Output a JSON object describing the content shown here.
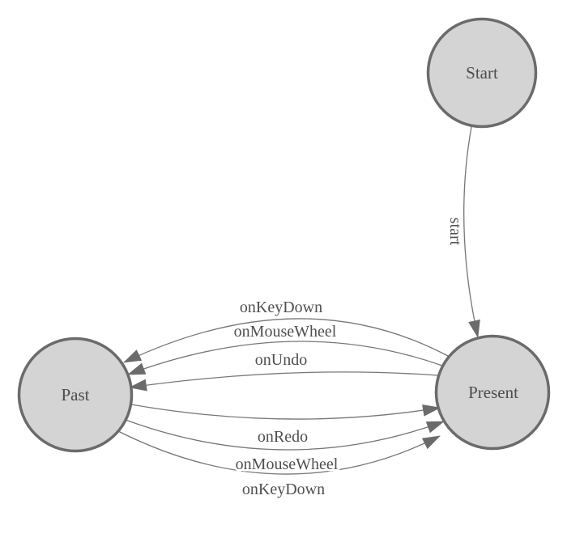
{
  "diagram": {
    "title": "undo-redo state machine",
    "colors": {
      "background": "#ffffff",
      "node_fill": "#d4d4d4",
      "node_stroke": "#6b6b6b",
      "edge_stroke": "#767676",
      "arrow_fill": "#6b6b6b",
      "text": "#4d4d4d"
    },
    "nodes": [
      {
        "id": "start",
        "label": "Start"
      },
      {
        "id": "present",
        "label": "Present"
      },
      {
        "id": "past",
        "label": "Past"
      }
    ],
    "edges": [
      {
        "from": "start",
        "to": "present",
        "label": "start"
      },
      {
        "from": "present",
        "to": "past",
        "label": "onKeyDown"
      },
      {
        "from": "present",
        "to": "past",
        "label": "onMouseWheel"
      },
      {
        "from": "present",
        "to": "past",
        "label": "onUndo"
      },
      {
        "from": "past",
        "to": "present",
        "label": "onRedo"
      },
      {
        "from": "past",
        "to": "present",
        "label": "onMouseWheel"
      },
      {
        "from": "past",
        "to": "present",
        "label": "onKeyDown"
      }
    ]
  }
}
